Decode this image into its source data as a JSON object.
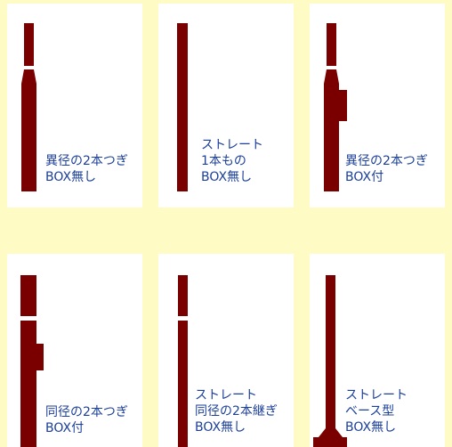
{
  "colors": {
    "background": "#fffbc4",
    "card": "#ffffff",
    "shape": "#7a0000",
    "text": "#1c3f9a"
  },
  "cards": [
    {
      "id": "card-1",
      "lines": [
        "異径の2本つぎ",
        "BOX無し"
      ]
    },
    {
      "id": "card-2",
      "lines": [
        "ストレート",
        "1本もの",
        "BOX無し"
      ]
    },
    {
      "id": "card-3",
      "lines": [
        "異径の2本つぎ",
        "BOX付"
      ]
    },
    {
      "id": "card-4",
      "lines": [
        "同径の2本つぎ",
        "BOX付"
      ]
    },
    {
      "id": "card-5",
      "lines": [
        "ストレート",
        "同径の2本継ぎ",
        "BOX無し"
      ]
    },
    {
      "id": "card-6",
      "lines": [
        "ストレート",
        "ベース型",
        "BOX無し"
      ]
    }
  ]
}
